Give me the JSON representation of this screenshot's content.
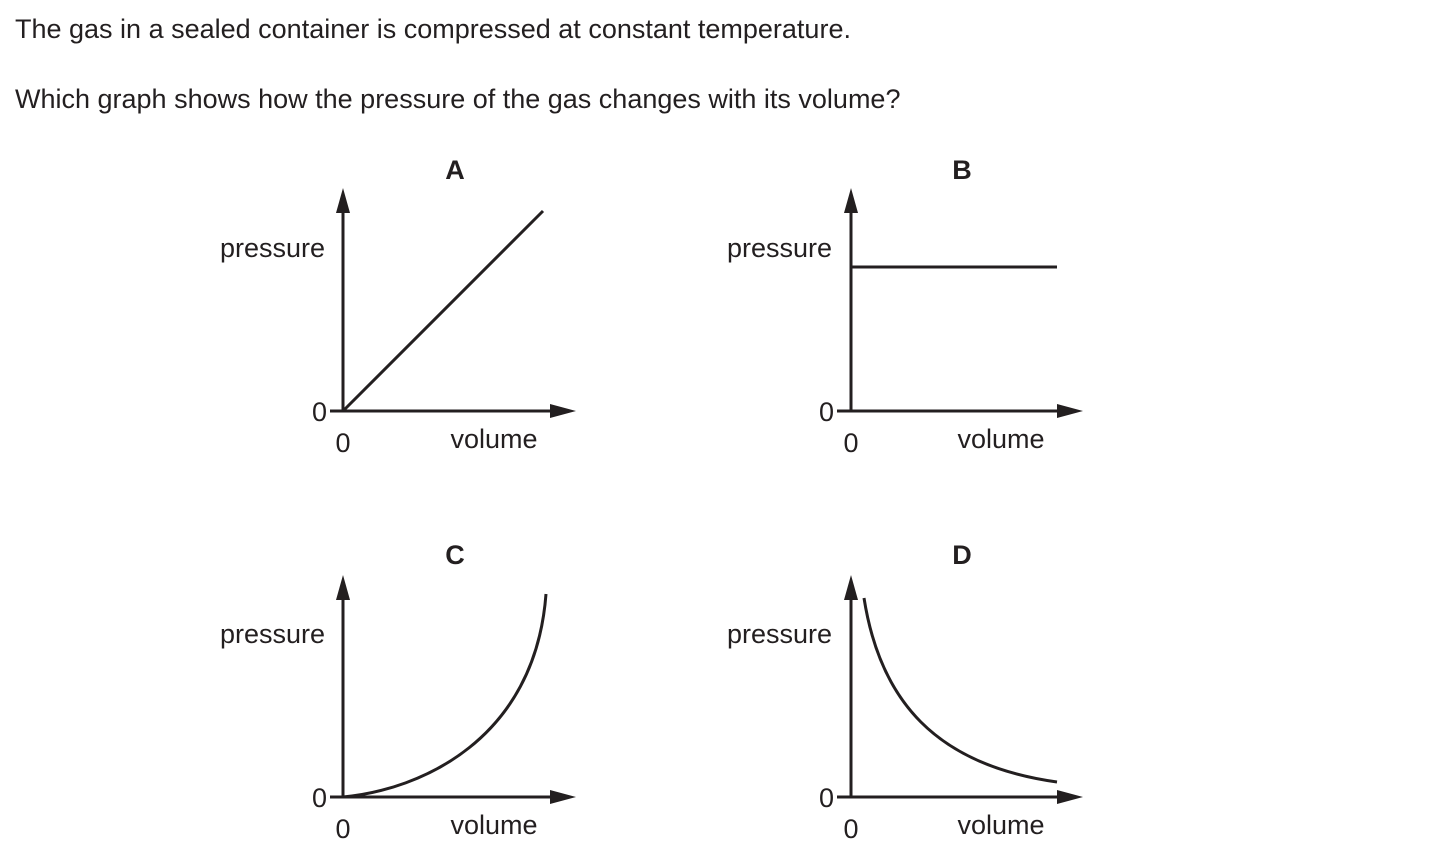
{
  "question": {
    "line1": "The gas in a sealed container is compressed at constant temperature.",
    "line2": "Which graph shows how the pressure of the gas changes with its volume?"
  },
  "options": [
    {
      "letter": "A",
      "ylabel": "pressure",
      "xlabel": "volume",
      "y_origin": "0",
      "x_origin": "0",
      "relation": "straight line rising from origin"
    },
    {
      "letter": "B",
      "ylabel": "pressure",
      "xlabel": "volume",
      "y_origin": "0",
      "x_origin": "0",
      "relation": "horizontal line (constant)"
    },
    {
      "letter": "C",
      "ylabel": "pressure",
      "xlabel": "volume",
      "y_origin": "0",
      "x_origin": "0",
      "relation": "curve rising ever more steeply from origin"
    },
    {
      "letter": "D",
      "ylabel": "pressure",
      "xlabel": "volume",
      "y_origin": "0",
      "x_origin": "0",
      "relation": "decreasing curve (inverse proportion)"
    }
  ],
  "colors": {
    "ink": "#231f20",
    "background": "#ffffff"
  }
}
